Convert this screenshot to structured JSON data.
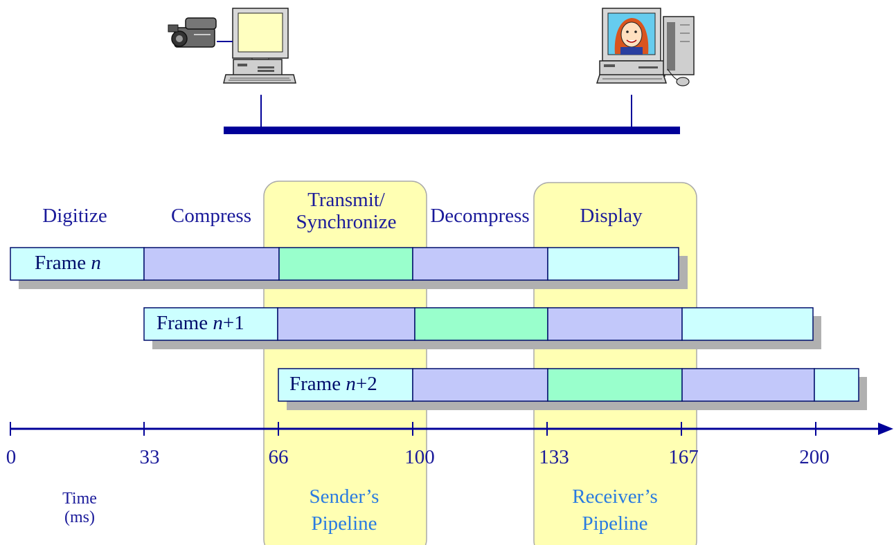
{
  "stages": [
    "Digitize",
    "Compress",
    "Transmit/\nSynchronize",
    "Decompress",
    "Display"
  ],
  "transmit_line1": "Transmit/",
  "transmit_line2": "Synchronize",
  "frames": [
    {
      "prefix": "Frame ",
      "var": "n",
      "suffix": ""
    },
    {
      "prefix": "Frame ",
      "var": "n",
      "suffix": "+1"
    },
    {
      "prefix": "Frame ",
      "var": "n",
      "suffix": "+2"
    }
  ],
  "ticks": [
    "0",
    "33",
    "66",
    "100",
    "133",
    "167",
    "200"
  ],
  "time_label": {
    "line1": "Time",
    "line2": "(ms)"
  },
  "sender_pipeline": {
    "line1": "Sender’s",
    "line2": "Pipeline"
  },
  "receiver_pipeline": {
    "line1": "Receiver’s",
    "line2": "Pipeline"
  },
  "colors": {
    "digitize_display": "#ccffff",
    "compress_decompress": "#c2c8fa",
    "transmit": "#99ffcc",
    "pipeline_highlight": "#ffffb3",
    "axis": "#000099",
    "text": "#1a1a9a",
    "pipeline_text": "#2a7be0"
  }
}
